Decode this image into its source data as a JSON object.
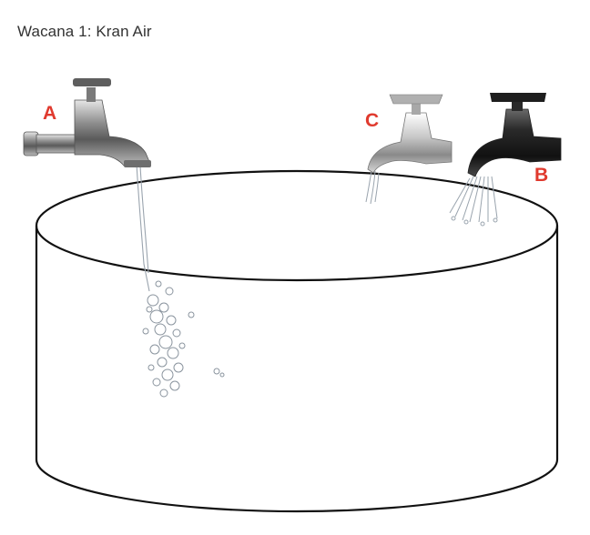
{
  "title": "Wacana 1: Kran Air",
  "taps": [
    {
      "id": "tap-a",
      "label": "A",
      "finish": "chrome-old",
      "flow": "thin-stream"
    },
    {
      "id": "tap-b",
      "label": "B",
      "finish": "black",
      "flow": "wide-spray"
    },
    {
      "id": "tap-c",
      "label": "C",
      "finish": "chrome",
      "flow": "small-stream"
    }
  ],
  "colors": {
    "label": "#e03a2e",
    "tank_outline": "#111111",
    "water": "#aab4bf"
  }
}
